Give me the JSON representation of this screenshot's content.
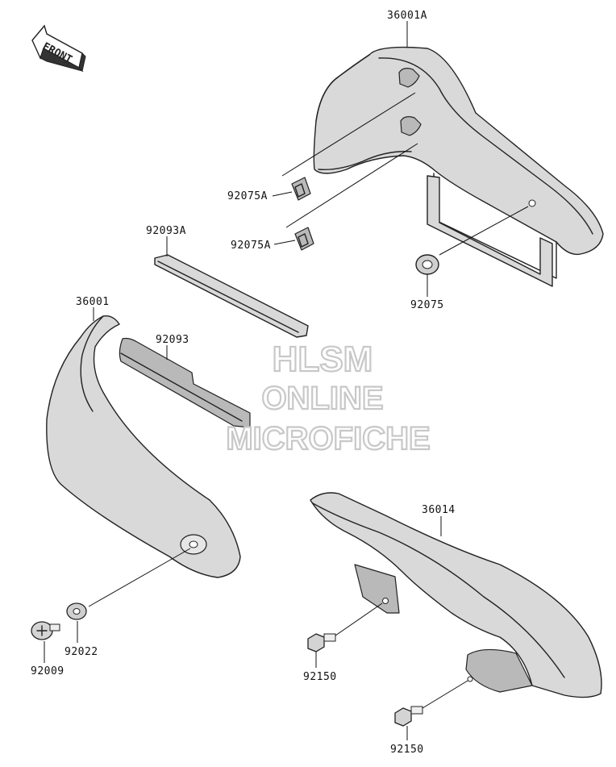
{
  "front_indicator": {
    "text": "FRONT"
  },
  "parts": {
    "p36001A": "36001A",
    "p92075A_1": "92075A",
    "p92075A_2": "92075A",
    "p92093A": "92093A",
    "p92075": "92075",
    "p36001": "36001",
    "p92093": "92093",
    "p36014": "36014",
    "p92022": "92022",
    "p92009": "92009",
    "p92150_1": "92150",
    "p92150_2": "92150"
  },
  "watermark": {
    "line1": "HLSM",
    "line2": "ONLINE",
    "line3": "MICROFICHE"
  }
}
